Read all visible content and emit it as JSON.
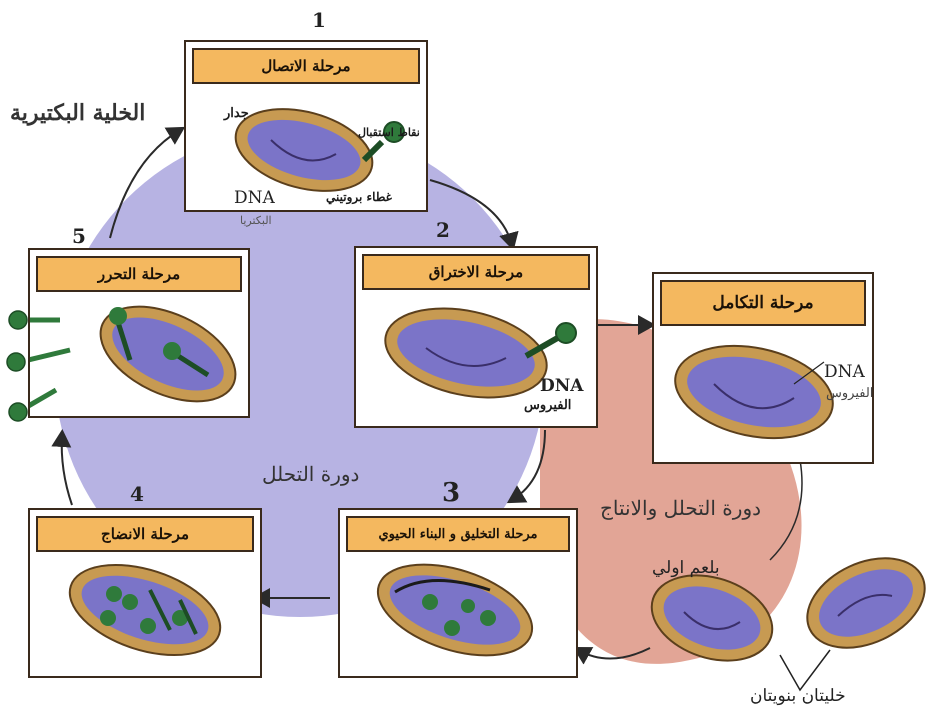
{
  "title": "الخلية البكتيرية",
  "stages": [
    {
      "number": "1",
      "label": "مرحلة الاتصال"
    },
    {
      "number": "2",
      "label": "مرحلة الاختراق"
    },
    {
      "number": "3",
      "label": "مرحلة التخليق و البناء الحيوي"
    },
    {
      "number": "4",
      "label": "مرحلة الانضاج"
    },
    {
      "number": "5",
      "label": "مرحلة التحرر"
    },
    {
      "number": "",
      "label": "مرحلة التكامل"
    }
  ],
  "cycles": {
    "lytic": "دورة التحلل",
    "lysogenic": "دورة التحلل والانتاج"
  },
  "labels": {
    "wall": "جدار",
    "dna_bacteria_1": "DNA",
    "dna_bacteria_2": "البكتريا",
    "receptor": "نقاط استقبال",
    "protein_coat": "غطاء بروتيني",
    "dna_virus_1": "DNA",
    "dna_virus_2": "الفيروس",
    "dna_integrated_1": "DNA",
    "dna_integrated_2": "الفيروس",
    "prophage": "بلعم اولي",
    "daughter_cells": "خليتان بنويتان"
  },
  "colors": {
    "lytic_circle": "#b7b3e3",
    "lysogenic_circle": "#e2a596",
    "panel_header": "#f4b85f",
    "cell_outer": "#c79a52",
    "cell_inner": "#7b74c8",
    "phage": "#2f7a3b"
  }
}
